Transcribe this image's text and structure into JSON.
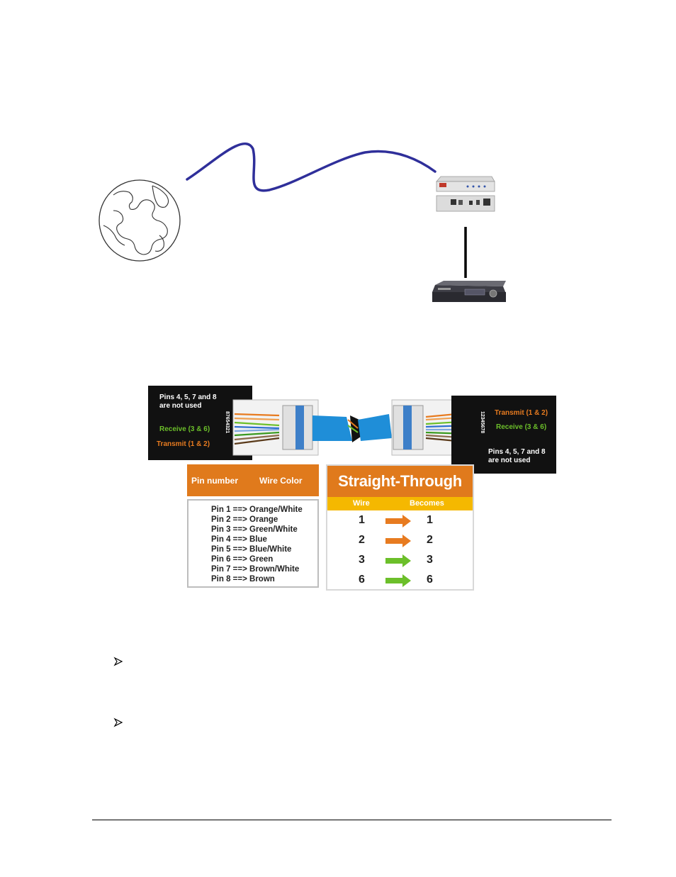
{
  "connector_left": {
    "not_used_line1": "Pins 4, 5, 7 and 8",
    "not_used_line2": "are not used",
    "receive": "Receive (3 & 6)",
    "transmit": "Transmit (1 & 2)",
    "pin_digits": "87654321"
  },
  "connector_right": {
    "transmit": "Transmit (1 & 2)",
    "receive": "Receive (3 & 6)",
    "not_used_line1": "Pins 4, 5, 7 and 8",
    "not_used_line2": "are not used",
    "pin_digits": "12345678"
  },
  "pin_table": {
    "col1": "Pin number",
    "col2": "Wire Color",
    "rows": [
      "Pin 1 ==> Orange/White",
      "Pin 2 ==> Orange",
      "Pin 3 ==> Green/White",
      "Pin 4 ==> Blue",
      "Pin 5 ==> Blue/White",
      "Pin 6 ==> Green",
      "Pin 7 ==> Brown/White",
      "Pin 8 ==> Brown"
    ]
  },
  "straight_through": {
    "title": "Straight-Through",
    "col1": "Wire",
    "col2": "Becomes",
    "rows": [
      {
        "wire": "1",
        "becomes": "1",
        "arrow_color": "#e77b20"
      },
      {
        "wire": "2",
        "becomes": "2",
        "arrow_color": "#e77b20"
      },
      {
        "wire": "3",
        "becomes": "3",
        "arrow_color": "#6cbf2a"
      },
      {
        "wire": "6",
        "becomes": "6",
        "arrow_color": "#6cbf2a"
      }
    ]
  },
  "colors": {
    "orange": "#e07a1c",
    "yellow": "#f5b800",
    "cable": "#2f2f9a",
    "green_label": "#6cbf2a",
    "orange_label": "#e77b20"
  }
}
